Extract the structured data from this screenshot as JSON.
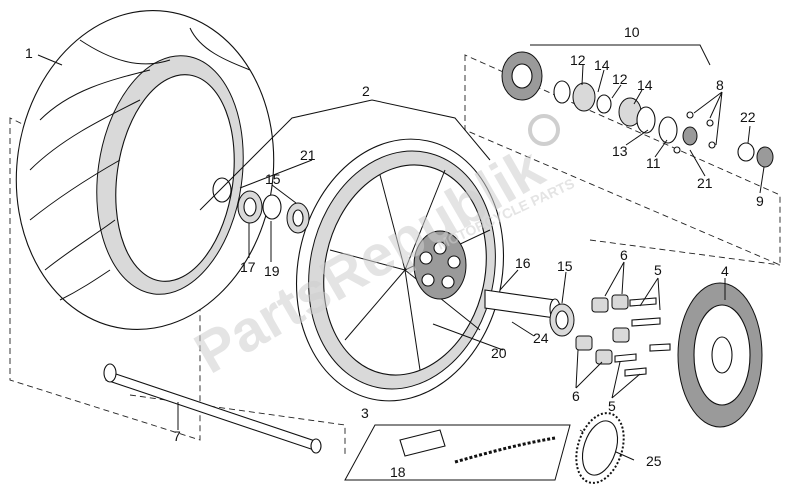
{
  "watermark": {
    "text": "PartsRepublik",
    "badge": "MOTORCYCLE PARTS"
  },
  "callouts": {
    "c1": "1",
    "c2": "2",
    "c3": "3",
    "c4": "4",
    "c5a": "5",
    "c5b": "5",
    "c6a": "6",
    "c6b": "6",
    "c7": "7",
    "c8": "8",
    "c9": "9",
    "c10": "10",
    "c11": "11",
    "c12a": "12",
    "c12b": "12",
    "c13": "13",
    "c14a": "14",
    "c14b": "14",
    "c15a": "15",
    "c15b": "15",
    "c16": "16",
    "c17": "17",
    "c18": "18",
    "c19": "19",
    "c20": "20",
    "c21a": "21",
    "c21b": "21",
    "c22": "22",
    "c24": "24",
    "c25": "25"
  },
  "colors": {
    "line": "#111111",
    "fill_light": "#d9d9d9",
    "fill_mid": "#9a9a9a",
    "watermark": "#cfcfcf"
  }
}
